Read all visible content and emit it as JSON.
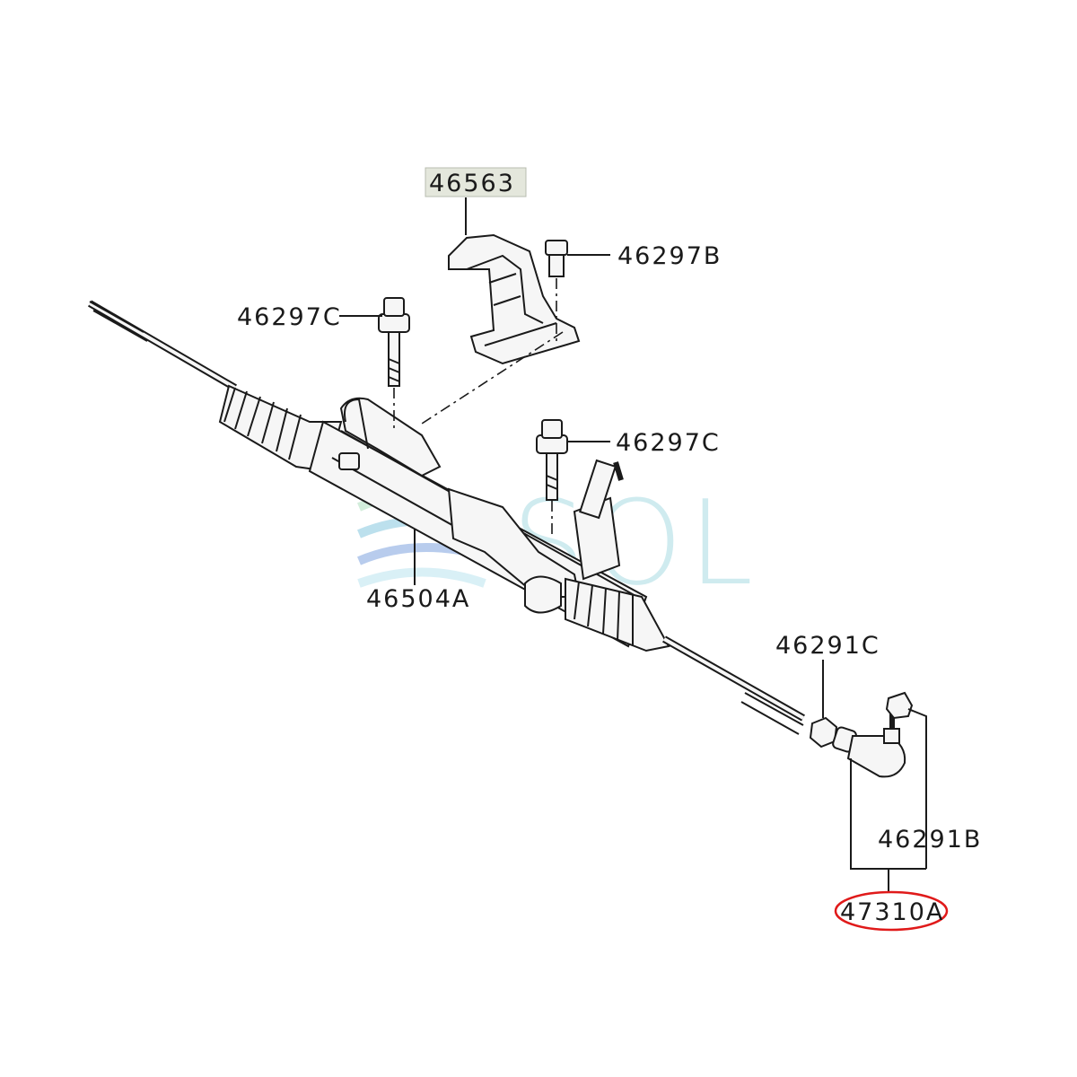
{
  "diagram": {
    "callouts": [
      {
        "id": "46563",
        "text": "46563",
        "highlight": "box"
      },
      {
        "id": "46297B",
        "text": "46297B"
      },
      {
        "id": "46297C_top",
        "text": "46297C"
      },
      {
        "id": "46297C_mid",
        "text": "46297C"
      },
      {
        "id": "46504A",
        "text": "46504A"
      },
      {
        "id": "46291C",
        "text": "46291C"
      },
      {
        "id": "46291B",
        "text": "46291B"
      },
      {
        "id": "47310A",
        "text": "47310A",
        "highlight": "ellipse"
      }
    ],
    "watermark": {
      "text": "SOL",
      "color": "#a9dbe3"
    },
    "colors": {
      "highlight_box": "#e4e7dc",
      "highlight_ellipse": "#e01a1a",
      "line": "#1a1a1a"
    }
  }
}
